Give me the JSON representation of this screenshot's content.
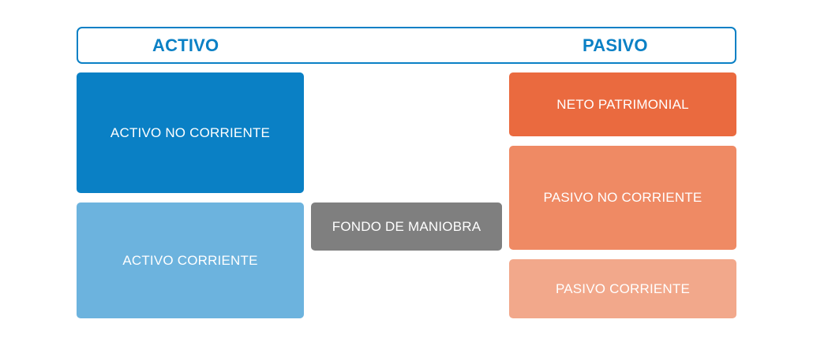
{
  "header": {
    "activo_label": "ACTIVO",
    "pasivo_label": "PASIVO"
  },
  "blocks": {
    "activo_no_corriente": {
      "label": "ACTIVO NO CORRIENTE",
      "color": "#0a80c5"
    },
    "activo_corriente": {
      "label": "ACTIVO CORRIENTE",
      "color": "#6cb3de"
    },
    "fondo_de_maniobra": {
      "label": "FONDO DE MANIOBRA",
      "color": "#7f7f7f"
    },
    "neto_patrimonial": {
      "label": "NETO PATRIMONIAL",
      "color": "#ea6a3f"
    },
    "pasivo_no_corriente": {
      "label": "PASIVO NO CORRIENTE",
      "color": "#ef8a64"
    },
    "pasivo_corriente": {
      "label": "PASIVO CORRIENTE",
      "color": "#f2a88b"
    }
  },
  "colors": {
    "accent": "#0a80c5",
    "background": "#ffffff"
  }
}
